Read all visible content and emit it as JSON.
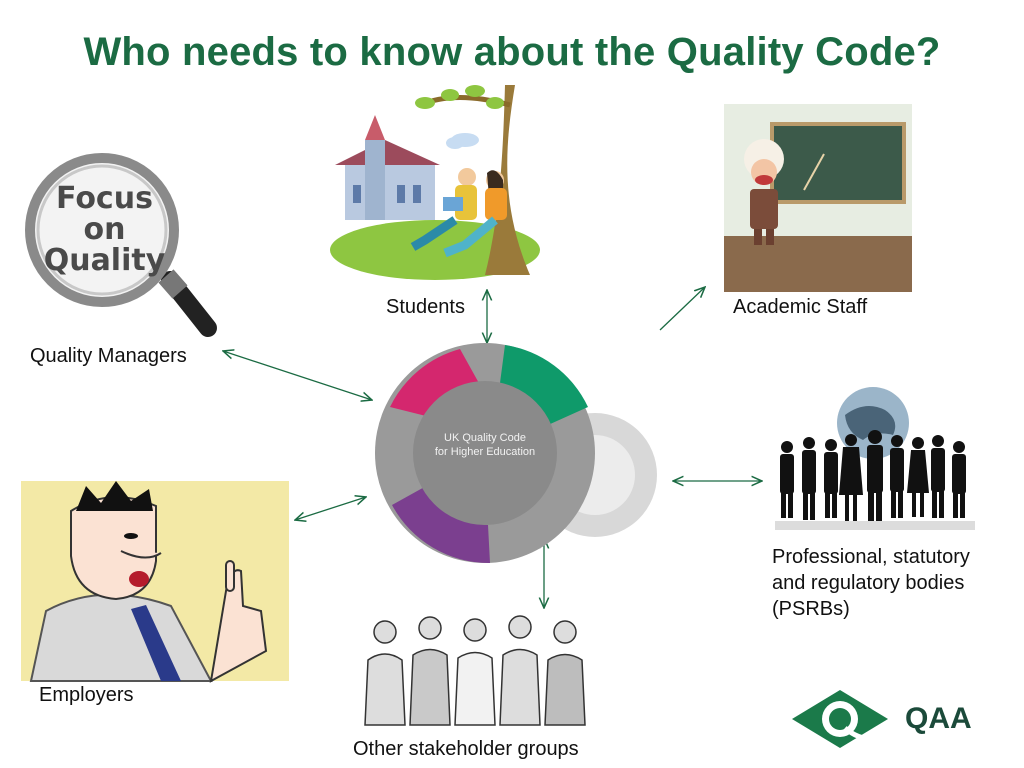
{
  "slide": {
    "title": "Who needs to know about the Quality Code?"
  },
  "hub": {
    "line1": "UK Quality Code",
    "line2": "for Higher Education",
    "colors": {
      "green": "#0f9a6a",
      "magenta": "#d4276e",
      "purple": "#7b3f8f",
      "grey": "#9a9a9a"
    }
  },
  "groups": {
    "students": "Students",
    "academic_staff": "Academic Staff",
    "quality_managers": "Quality Managers",
    "psrbs": "Professional, statutory and regulatory bodies (PSRBs)",
    "employers": "Employers",
    "other": "Other stakeholder groups"
  },
  "logo": {
    "letter": "Q",
    "text": "QAA",
    "color": "#1b7a4a"
  },
  "focus_on_quality": {
    "line1": "Focus",
    "line2": "on",
    "line3": "Quality"
  }
}
